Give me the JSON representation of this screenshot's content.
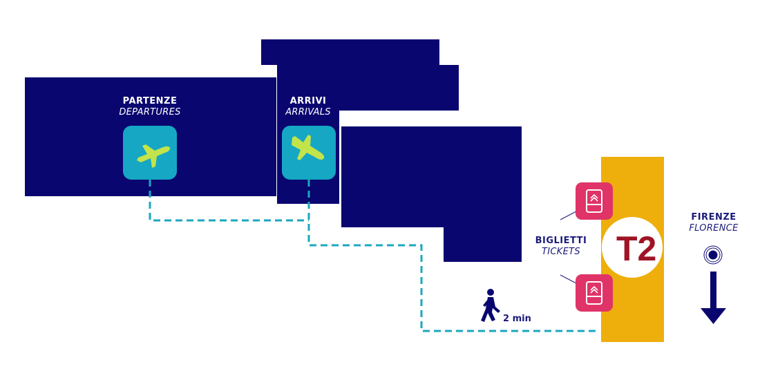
{
  "labels": {
    "departures": {
      "it": "PARTENZE",
      "en": "DEPARTURES"
    },
    "arrivals": {
      "it": "ARRIVI",
      "en": "ARRIVALS"
    },
    "tickets": {
      "it": "BIGLIETTI",
      "en": "TICKETS"
    },
    "florence": {
      "it": "FIRENZE",
      "en": "FLORENCE"
    }
  },
  "walk_time": "2 min",
  "tram_stop_label": "T2",
  "icons": {
    "departure": "plane-takeoff-icon",
    "arrival": "plane-landing-icon",
    "ticket": "ticket-machine-icon",
    "walk": "pedestrian-icon",
    "direction": "arrow-down-icon",
    "location": "location-target-icon"
  },
  "colors": {
    "building": "#0a0670",
    "icon_tile": "#16a7c4",
    "plane": "#c3e34a",
    "path": "#1aa7bf",
    "tram_strip": "#eeae0b",
    "ticket": "#e03468",
    "tram_text": "#9e1426",
    "text_dark": "#1b1a7a"
  }
}
